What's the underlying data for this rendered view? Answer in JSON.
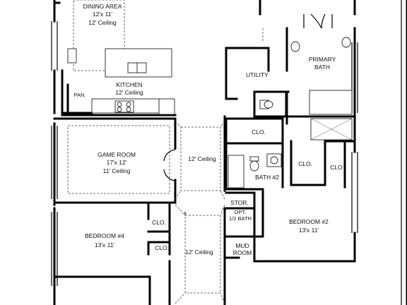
{
  "rooms": {
    "dining": {
      "name": "DINING AREA",
      "size": "12'x 11'",
      "ceiling": "12' Ceiling"
    },
    "kitchen": {
      "name": "KITCHEN",
      "ceiling": "12' Ceiling"
    },
    "pantry": {
      "name": "PAN."
    },
    "utility": {
      "name": "UTILITY"
    },
    "primary_bath": {
      "line1": "PRIMARY",
      "line2": "BATH"
    },
    "closet_utility": {
      "name": "CLO."
    },
    "game_room": {
      "name": "GAME ROOM",
      "size": "17'x 12'",
      "ceiling": "11' Ceiling"
    },
    "hall_ceiling_upper": {
      "ceiling": "12' Ceiling"
    },
    "bath2": {
      "name": "BATH #2"
    },
    "closet_bath": {
      "name": "CLO."
    },
    "closet_right": {
      "name": "CLO"
    },
    "storage": {
      "name": "STOR."
    },
    "opt_bath": {
      "line1": "OPT.",
      "line2": "1/2 BATH"
    },
    "bedroom2": {
      "name": "BEDROOM #2",
      "size": "13'x 11'"
    },
    "mud_room": {
      "line1": "MUD",
      "line2": "ROOM"
    },
    "hall_ceiling_lower": {
      "ceiling": "12' Ceiling"
    },
    "bedroom4": {
      "name": "BEDROOM #4",
      "size": "13'x 11'"
    },
    "closet_bed4_a": {
      "name": "CLO."
    },
    "closet_bed4_b": {
      "name": "CLO."
    }
  }
}
